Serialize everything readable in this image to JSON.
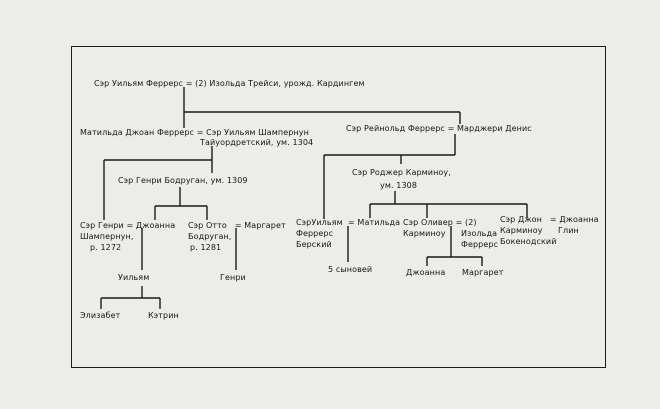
{
  "tree": {
    "root": "Сэр Уильям Феррерс = (2) Изольда Трейси, урожд. Кардингем",
    "matilda_couple": "Матильда Джоан Феррерс = Сэр Уильям Шампернун",
    "matilda_couple_line2": "Тайуордретский, ум. 1304",
    "reynold_couple": "Сэр Рейнольд Феррерс = Марджери Денис",
    "henry_bodrugan": "Сэр Генри Бодруган, ум. 1309",
    "roger_karminow": "Сэр Роджер Карминоу,",
    "roger_karminow_line2": "ум. 1308",
    "henry_champernoun": "Сэр Генри = Джоанна",
    "henry_champernoun_line2": "Шампернун,",
    "henry_champernoun_line3": "р. 1272",
    "otto_bodrugan": "Сэр Отто   = Маргарет",
    "otto_bodrugan_line2": "Бодруган,",
    "otto_bodrugan_line3": "р. 1281",
    "william_ferrers_bere": "СэрУильям  = Матильда",
    "william_ferrers_bere_line2": "Феррерс",
    "william_ferrers_bere_line3": "Берский",
    "oliver_karminow": "Сэр Оливер = (2)",
    "oliver_karminow_line2": "Карминоу",
    "isolda_ferrers": "Изольда",
    "isolda_ferrers_line2": "Феррерс",
    "john_karminow": "Сэр Джон   = Джоанна",
    "john_karminow_line2": "Карминоу",
    "john_karminow_line3": "Бокенодский",
    "glyn": "Глин",
    "william": "Уильям",
    "henry": "Генри",
    "five_sons": "5 сыновей",
    "joanna": "Джоанна",
    "margaret": "Маргарет",
    "elizabeth": "Элизабет",
    "katherine": "Кэтрин"
  }
}
